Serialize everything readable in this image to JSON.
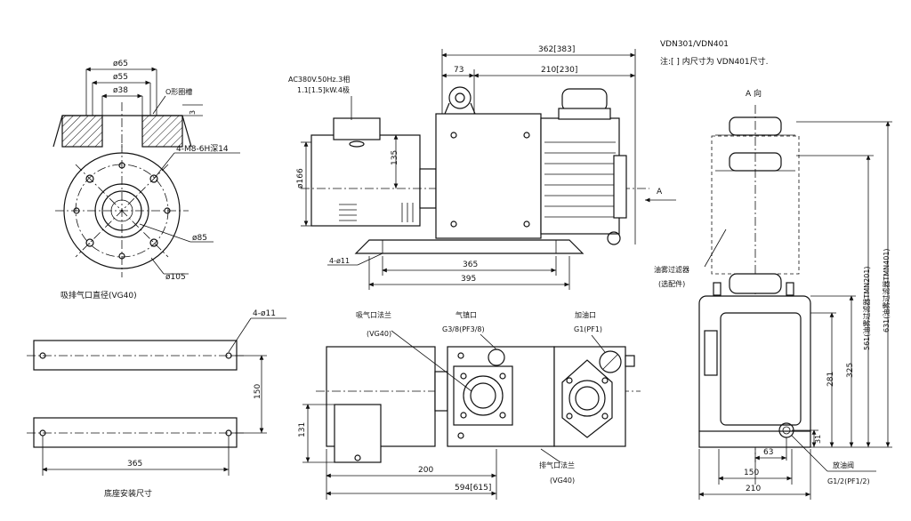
{
  "header": {
    "model": "VDN301/VDN401",
    "note": "注:[ ] 内尺寸为 VDN401尺寸."
  },
  "flange_detail": {
    "d65": "ø65",
    "d55": "ø55",
    "d38": "ø38",
    "oring": "O形圈槽",
    "depth3": "3",
    "bolts": "4-M8-6H深14",
    "d85": "ø85",
    "d105": "ø105",
    "caption": "吸排气口直径(VG40)"
  },
  "base_detail": {
    "holes": "4-ø11",
    "h150": "150",
    "w365": "365",
    "caption": "底座安装尺寸"
  },
  "front_view": {
    "motor_spec_1": "AC380V.50Hz.3相",
    "motor_spec_2": "1.1[1.5]kW.4极",
    "dim_362": "362[383]",
    "dim_73": "73",
    "dim_210": "210[230]",
    "dim_135": "135",
    "dim_166": "ø166",
    "holes": "4-ø11",
    "dim_365": "365",
    "dim_395": "395",
    "view_a": "A"
  },
  "top_view": {
    "inlet_flange": "吸气口法兰",
    "inlet_vg": "(VG40)",
    "gas_ballast": "气镇口",
    "gas_ballast_size": "G3/8(PF3/8)",
    "oil_fill": "加油口",
    "oil_fill_size": "G1(PF1)",
    "dim_131": "131",
    "dim_200": "200",
    "dim_594": "594[615]",
    "outlet_flange": "排气口法兰",
    "outlet_vg": "(VG40)"
  },
  "side_view": {
    "view_a": "A 向",
    "mist_filter": "油雾过滤器",
    "mist_filter_opt": "(选配件)",
    "dim_631": "631(油雾过滤器TMN401)",
    "dim_561": "561(油雾过滤器TMN201)",
    "dim_325": "325",
    "dim_281": "281",
    "dim_31": "31",
    "dim_63": "63",
    "dim_150": "150",
    "dim_210": "210",
    "drain_valve": "放油阀",
    "drain_size": "G1/2(PF1/2)"
  }
}
